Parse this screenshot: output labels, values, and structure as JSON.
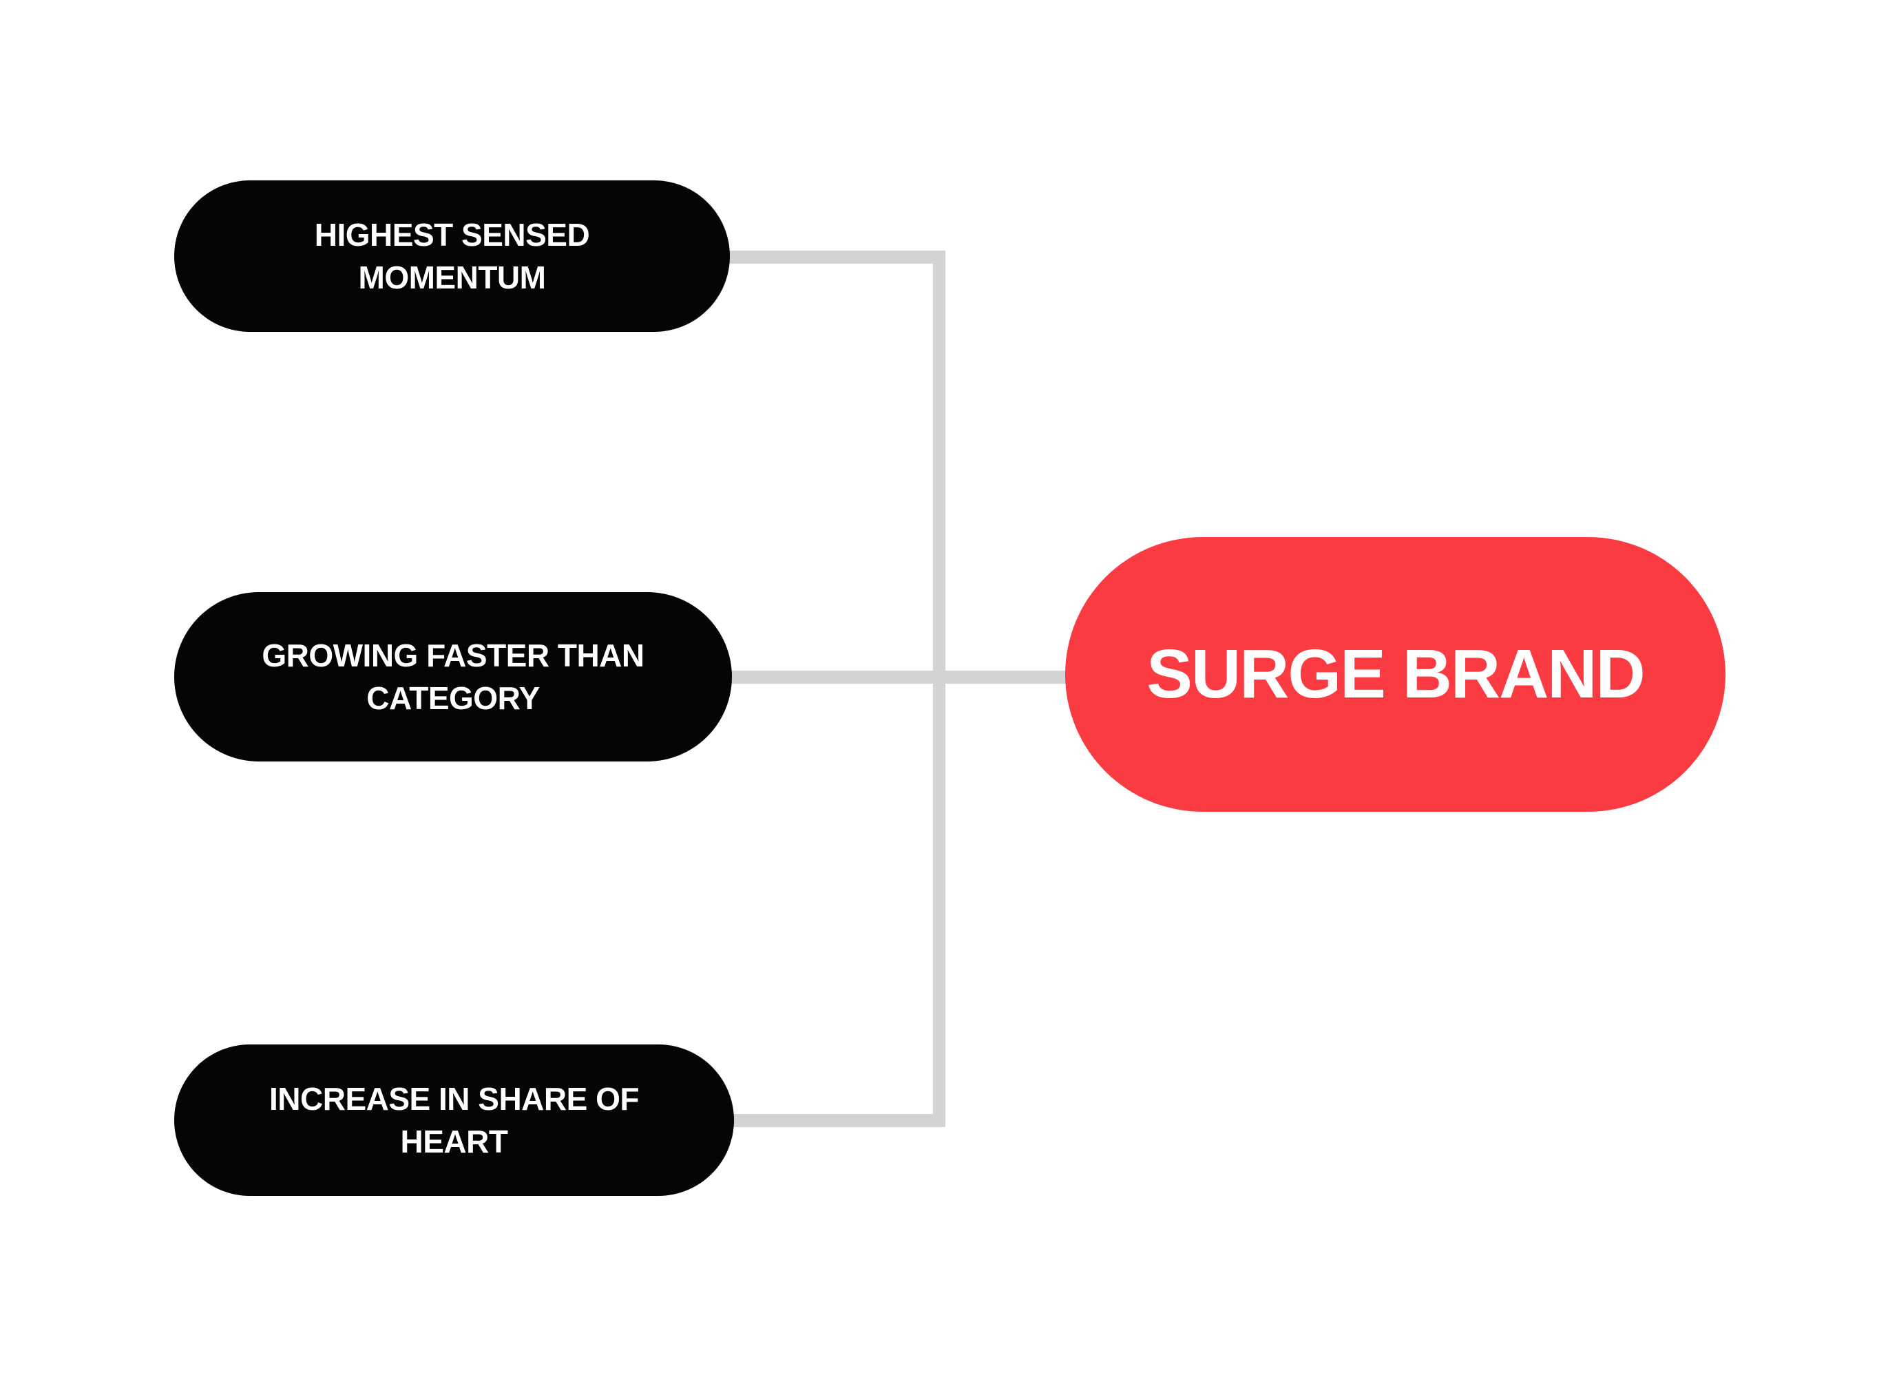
{
  "diagram": {
    "type": "mindmap",
    "colors": {
      "background": "#ffffff",
      "connector": "#d3d3d3",
      "node": "#050505",
      "root": "#fa3b42",
      "text": "#ffffff"
    },
    "root": {
      "label": "SURGE BRAND"
    },
    "branches": [
      {
        "label": "HIGHEST SENSED MOMENTUM"
      },
      {
        "label": "GROWING FASTER THAN CATEGORY"
      },
      {
        "label": "INCREASE IN SHARE OF HEART"
      }
    ]
  }
}
